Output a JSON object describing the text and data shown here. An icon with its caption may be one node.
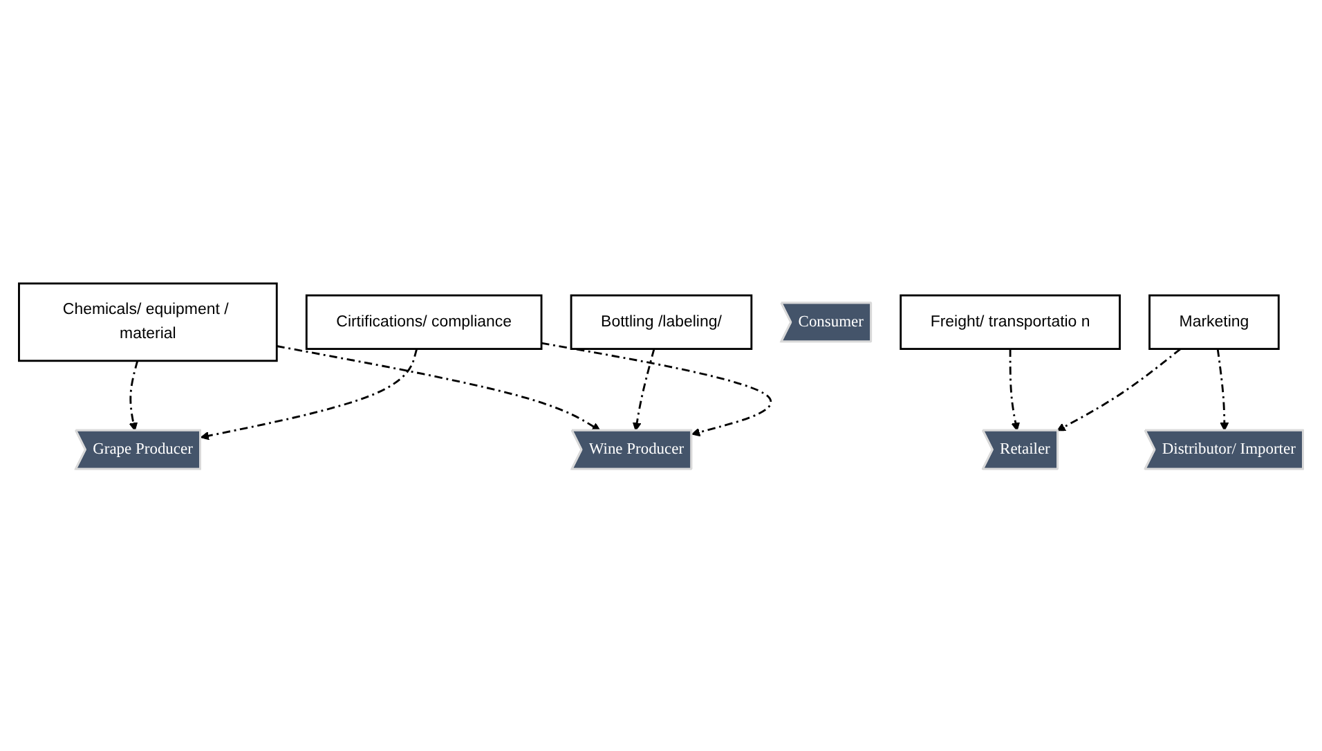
{
  "diagram": {
    "nodes": [
      {
        "text": [
          "Chemicals/ equipment / material"
        ]
      },
      {
        "text": [
          "Bottling /labeling/"
        ]
      },
      {
        "text": [
          "Freight/ transportatio n"
        ]
      },
      {
        "text": [
          "Grape Producer"
        ]
      },
      {
        "text": [
          "Wine Producer"
        ]
      },
      {
        "text": [
          "Distributor/ Importer"
        ]
      },
      {
        "text": [
          "Retailer"
        ]
      },
      {
        "text": [
          "Consumer"
        ]
      },
      {
        "text": [
          "Cirtifications/ compliance"
        ]
      },
      {
        "text": [
          "Marketing"
        ]
      }
    ],
    "edges": [
      {
        "from": 0,
        "to": 3,
        "arrow": "to",
        "style": "dashed"
      },
      {
        "from": 0,
        "to": 4,
        "arrow": "to",
        "style": "dashed"
      },
      {
        "from": 1,
        "to": 4,
        "arrow": "to",
        "style": "dashed"
      },
      {
        "from": 2,
        "to": 6,
        "arrow": "to",
        "style": "dashed"
      },
      {
        "from": 8,
        "to": 3,
        "arrow": "to",
        "style": "dashed"
      },
      {
        "from": 8,
        "to": 4,
        "arrow": "to",
        "style": "dashed"
      },
      {
        "from": 9,
        "to": 5,
        "arrow": "to",
        "style": "dashed"
      },
      {
        "from": 9,
        "to": 6,
        "arrow": "to",
        "style": "dashed"
      }
    ]
  }
}
